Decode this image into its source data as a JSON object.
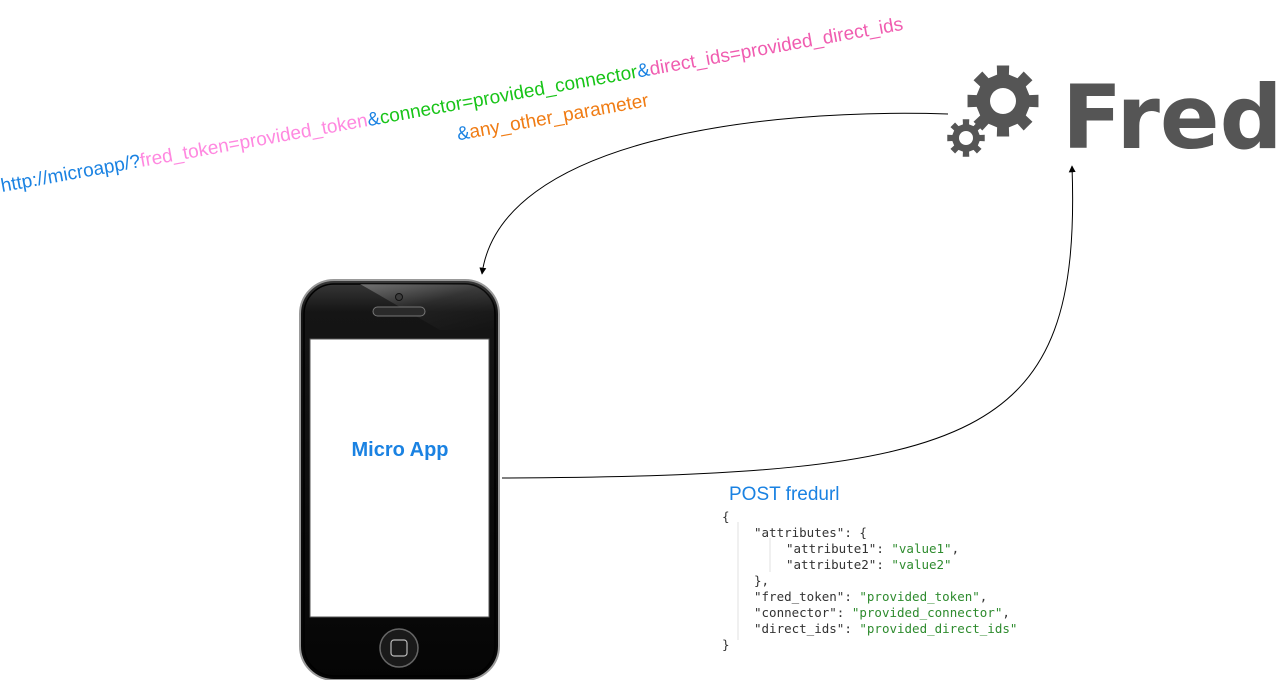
{
  "colors": {
    "url_base": "#1a82e2",
    "fred_token": "#ff88e0",
    "ampersand": "#1a82e2",
    "connector": "#18c418",
    "direct_ids": "#f05cb0",
    "any_other": "#f07c14",
    "micro_app": "#1a82e2",
    "logo_gray": "#555555",
    "json_string": "#2e8b2e",
    "json_punct": "#333333",
    "post_title": "#1a82e2"
  },
  "url": {
    "base": "http://microapp/?",
    "fred_token": "fred_token=provided_token",
    "amp1": "&",
    "connector": "connector=provided_connector",
    "amp2": "&",
    "direct_ids": "direct_ids=provided_direct_ids",
    "amp3": "&",
    "any_other": "any_other_parameter"
  },
  "logo": {
    "text": "Fred",
    "icon": "gears-icon"
  },
  "phone": {
    "screen_label": "Micro App"
  },
  "post": {
    "title": "POST fredurl",
    "lines": [
      {
        "segments": [
          {
            "t": "{",
            "k": "punct"
          }
        ]
      },
      {
        "segments": [
          {
            "t": "\"attributes\"",
            "k": "key"
          },
          {
            "t": ": {",
            "k": "punct"
          }
        ]
      },
      {
        "segments": [
          {
            "t": "\"attribute1\"",
            "k": "key"
          },
          {
            "t": ": ",
            "k": "punct"
          },
          {
            "t": "\"value1\"",
            "k": "string"
          },
          {
            "t": ",",
            "k": "punct"
          }
        ]
      },
      {
        "segments": [
          {
            "t": "\"attribute2\"",
            "k": "key"
          },
          {
            "t": ": ",
            "k": "punct"
          },
          {
            "t": "\"value2\"",
            "k": "string"
          }
        ]
      },
      {
        "segments": [
          {
            "t": "},",
            "k": "punct"
          }
        ]
      },
      {
        "segments": [
          {
            "t": "\"fred_token\"",
            "k": "key"
          },
          {
            "t": ": ",
            "k": "punct"
          },
          {
            "t": "\"provided_token\"",
            "k": "string"
          },
          {
            "t": ",",
            "k": "punct"
          }
        ]
      },
      {
        "segments": [
          {
            "t": "\"connector\"",
            "k": "key"
          },
          {
            "t": ": ",
            "k": "punct"
          },
          {
            "t": "\"provided_connector\"",
            "k": "string"
          },
          {
            "t": ",",
            "k": "punct"
          }
        ]
      },
      {
        "segments": [
          {
            "t": "\"direct_ids\"",
            "k": "key"
          },
          {
            "t": ": ",
            "k": "punct"
          },
          {
            "t": "\"provided_direct_ids\"",
            "k": "string"
          }
        ]
      },
      {
        "segments": [
          {
            "t": "}",
            "k": "punct"
          }
        ]
      }
    ]
  }
}
